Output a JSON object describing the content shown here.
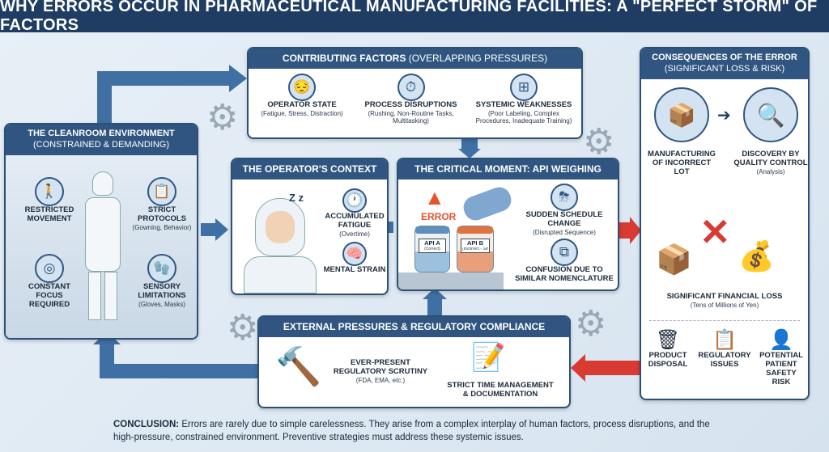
{
  "title": "WHY ERRORS OCCUR IN PHARMACEUTICAL MANUFACTURING FACILITIES: A \"PERFECT STORM\" OF FACTORS",
  "cleanroom": {
    "title": "THE CLEANROOM ENVIRONMENT",
    "subtitle": "(CONSTRAINED & DEMANDING)",
    "items": [
      {
        "label": "RESTRICTED MOVEMENT",
        "sub": "",
        "icon": "walking-person-icon"
      },
      {
        "label": "STRICT PROTOCOLS",
        "sub": "(Gowning, Behavior)",
        "icon": "checklist-icon"
      },
      {
        "label": "CONSTANT FOCUS REQUIRED",
        "sub": "",
        "icon": "target-icon"
      },
      {
        "label": "SENSORY LIMITATIONS",
        "sub": "(Gloves, Masks)",
        "icon": "gloves-icon"
      }
    ]
  },
  "contributing": {
    "title": "CONTRIBUTING FACTORS",
    "subtitle": "(OVERLAPPING PRESSURES)",
    "items": [
      {
        "label": "OPERATOR STATE",
        "sub": "(Fatigue, Stress, Distraction)",
        "icon": "tired-operator-icon"
      },
      {
        "label": "PROCESS DISRUPTIONS",
        "sub": "(Rushing, Non-Routine Tasks, Multitasking)",
        "icon": "stopwatch-icon"
      },
      {
        "label": "SYSTEMIC WEAKNESSES",
        "sub": "(Poor Labeling, Complex Procedures, Inadequate Training)",
        "icon": "org-chart-icon"
      }
    ]
  },
  "operator": {
    "title": "THE OPERATOR'S CONTEXT",
    "items": [
      {
        "label": "ACCUMULATED FATIGUE",
        "sub": "(Overtime)",
        "icon": "clock-icon"
      },
      {
        "label": "MENTAL STRAIN",
        "sub": "",
        "icon": "brain-icon"
      }
    ],
    "sleep": "Z z"
  },
  "critical": {
    "title": "THE CRITICAL MOMENT: API WEIGHING",
    "error": "ERROR",
    "jar_a": {
      "label": "API A",
      "sub": "(Correct)"
    },
    "jar_b": {
      "label": "API B",
      "sub": "(Incorrect - Similar N"
    },
    "items": [
      {
        "label": "SUDDEN SCHEDULE CHANGE",
        "sub": "(Disrupted Sequence)",
        "icon": "storm-cloud-icon"
      },
      {
        "label": "CONFUSION DUE TO SIMILAR NOMENCLATURE",
        "sub": "",
        "icon": "similar-jars-icon"
      }
    ]
  },
  "consequences": {
    "title": "CONSEQUENCES OF THE ERROR",
    "subtitle": "(SIGNIFICANT LOSS & RISK)",
    "step1": {
      "label": "MANUFACTURING OF INCORRECT LOT"
    },
    "step2": {
      "label": "DISCOVERY BY QUALITY CONTROL",
      "sub": "(Analysis)"
    },
    "loss": {
      "label": "SIGNIFICANT FINANCIAL LOSS",
      "sub": "(Tens of Millions of Yen)"
    },
    "items": [
      {
        "label": "PRODUCT DISPOSAL",
        "icon": "trash-icon"
      },
      {
        "label": "REGULATORY ISSUES",
        "icon": "clipboard-alert-icon"
      },
      {
        "label": "POTENTIAL PATIENT SAFETY RISK",
        "icon": "patient-warning-icon"
      }
    ]
  },
  "external": {
    "title": "EXTERNAL PRESSURES & REGULATORY COMPLIANCE",
    "items": [
      {
        "label": "EVER-PRESENT REGULATORY SCRUTINY",
        "sub": "(FDA, EMA, etc.)",
        "icon": "gavel-icon"
      },
      {
        "label": "STRICT TIME MANAGEMENT & DOCUMENTATION",
        "sub": "",
        "icon": "document-pen-icon"
      }
    ]
  },
  "conclusion": {
    "lead": "CONCLUSION:",
    "text": " Errors are rarely due to simple carelessness. They arise from a complex interplay of human factors, process disruptions, and the high-pressure, constrained environment. Preventive strategies must address these systemic issues."
  },
  "colors": {
    "navy": "#1f3d63",
    "header": "#2f5580",
    "arrow_blue": "#3f6fa3",
    "arrow_red": "#d93a32",
    "error_orange": "#e8532b"
  }
}
